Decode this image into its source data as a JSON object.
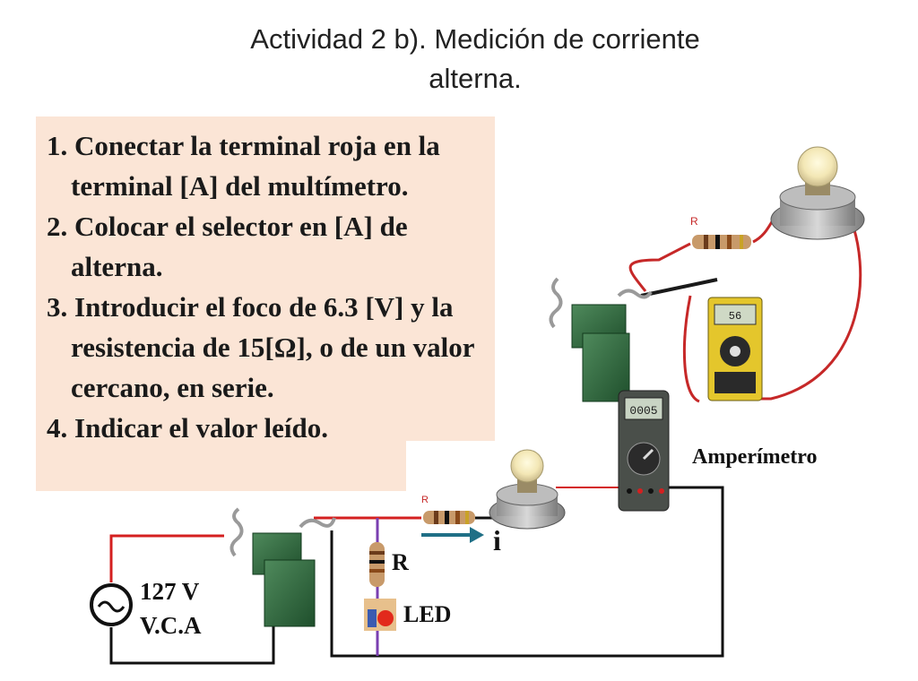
{
  "title": {
    "line1": "Actividad 2 b).  Medición de corriente",
    "line2": "alterna."
  },
  "steps": [
    "1. Conectar la terminal roja en la terminal [A] del multímetro.",
    "2. Colocar el selector en [A] de alterna.",
    "3. Introducir el foco de 6.3 [V] y la resistencia de 15[Ω], o de un valor cercano, en serie.",
    "4. Indicar el valor leído."
  ],
  "labels": {
    "ammeter": "Amperímetro",
    "current": "i",
    "resistor": "R",
    "led": "LED",
    "source_voltage": "127 V",
    "source_type": "V.C.A",
    "photo_resistor": "R",
    "schematic_resistor": "R",
    "meter_reading": "0005",
    "small_meter_reading": "56"
  },
  "colors": {
    "box_background": "#fbe5d6",
    "red_wire": "#d42020",
    "black_wire": "#111111",
    "arrow": "#1f6f86",
    "led_wire": "#7a3fb0"
  }
}
